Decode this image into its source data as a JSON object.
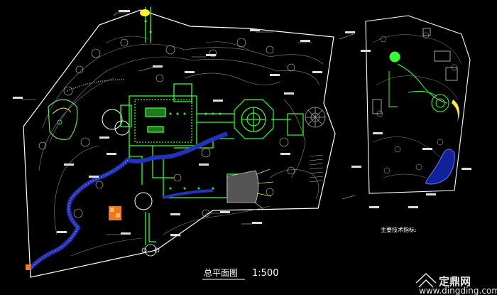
{
  "drawing": {
    "title": "总平面图",
    "scale": "1:500",
    "tech_label": "主要技术指标:"
  },
  "watermark": {
    "brand": "定鼎网",
    "url": "www.dingding.com"
  },
  "colors": {
    "background": "#000000",
    "boundary": "#ffffff",
    "contour": "#8a8a8a",
    "path": "#33ff33",
    "water": "#2233bb",
    "plant": "#44cc44",
    "label": "#dddddd",
    "accent_yellow": "#ffee33",
    "accent_orange": "#ee7722"
  },
  "icons": [
    "watermark-logo-icon"
  ]
}
